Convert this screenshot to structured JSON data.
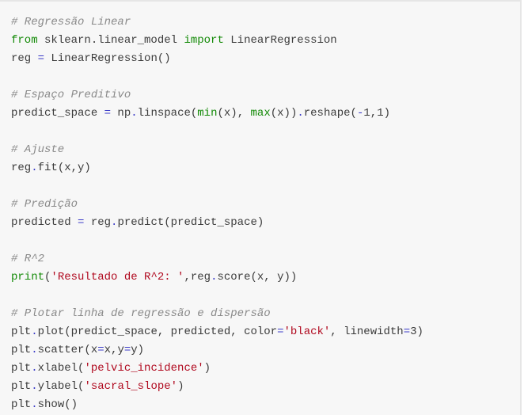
{
  "code_cell": {
    "lines": [
      [
        {
          "t": "comment",
          "v": "# Regressão Linear"
        }
      ],
      [
        {
          "t": "keyword",
          "v": "from"
        },
        {
          "t": "plain",
          "v": " sklearn.linear_model "
        },
        {
          "t": "keyword",
          "v": "import"
        },
        {
          "t": "plain",
          "v": " LinearRegression"
        }
      ],
      [
        {
          "t": "plain",
          "v": "reg "
        },
        {
          "t": "op",
          "v": "="
        },
        {
          "t": "plain",
          "v": " LinearRegression()"
        }
      ],
      [],
      [
        {
          "t": "comment",
          "v": "# Espaço Preditivo"
        }
      ],
      [
        {
          "t": "plain",
          "v": "predict_space "
        },
        {
          "t": "op",
          "v": "="
        },
        {
          "t": "plain",
          "v": " np"
        },
        {
          "t": "op",
          "v": "."
        },
        {
          "t": "plain",
          "v": "linspace("
        },
        {
          "t": "builtin",
          "v": "min"
        },
        {
          "t": "plain",
          "v": "(x), "
        },
        {
          "t": "builtin",
          "v": "max"
        },
        {
          "t": "plain",
          "v": "(x))"
        },
        {
          "t": "op",
          "v": "."
        },
        {
          "t": "plain",
          "v": "reshape("
        },
        {
          "t": "op",
          "v": "-"
        },
        {
          "t": "number",
          "v": "1"
        },
        {
          "t": "plain",
          "v": ","
        },
        {
          "t": "number",
          "v": "1"
        },
        {
          "t": "plain",
          "v": ")"
        }
      ],
      [],
      [
        {
          "t": "comment",
          "v": "# Ajuste"
        }
      ],
      [
        {
          "t": "plain",
          "v": "reg"
        },
        {
          "t": "op",
          "v": "."
        },
        {
          "t": "plain",
          "v": "fit(x,y)"
        }
      ],
      [],
      [
        {
          "t": "comment",
          "v": "# Predição"
        }
      ],
      [
        {
          "t": "plain",
          "v": "predicted "
        },
        {
          "t": "op",
          "v": "="
        },
        {
          "t": "plain",
          "v": " reg"
        },
        {
          "t": "op",
          "v": "."
        },
        {
          "t": "plain",
          "v": "predict(predict_space)"
        }
      ],
      [],
      [
        {
          "t": "comment",
          "v": "# R^2"
        }
      ],
      [
        {
          "t": "builtin",
          "v": "print"
        },
        {
          "t": "plain",
          "v": "("
        },
        {
          "t": "string",
          "v": "'Resultado de R^2: '"
        },
        {
          "t": "plain",
          "v": ",reg"
        },
        {
          "t": "op",
          "v": "."
        },
        {
          "t": "plain",
          "v": "score(x, y))"
        }
      ],
      [],
      [
        {
          "t": "comment",
          "v": "# Plotar linha de regressão e dispersão"
        }
      ],
      [
        {
          "t": "plain",
          "v": "plt"
        },
        {
          "t": "op",
          "v": "."
        },
        {
          "t": "plain",
          "v": "plot(predict_space, predicted, color"
        },
        {
          "t": "op",
          "v": "="
        },
        {
          "t": "string",
          "v": "'black'"
        },
        {
          "t": "plain",
          "v": ", linewidth"
        },
        {
          "t": "op",
          "v": "="
        },
        {
          "t": "number",
          "v": "3"
        },
        {
          "t": "plain",
          "v": ")"
        }
      ],
      [
        {
          "t": "plain",
          "v": "plt"
        },
        {
          "t": "op",
          "v": "."
        },
        {
          "t": "plain",
          "v": "scatter(x"
        },
        {
          "t": "op",
          "v": "="
        },
        {
          "t": "plain",
          "v": "x,y"
        },
        {
          "t": "op",
          "v": "="
        },
        {
          "t": "plain",
          "v": "y)"
        }
      ],
      [
        {
          "t": "plain",
          "v": "plt"
        },
        {
          "t": "op",
          "v": "."
        },
        {
          "t": "plain",
          "v": "xlabel("
        },
        {
          "t": "string",
          "v": "'pelvic_incidence'"
        },
        {
          "t": "plain",
          "v": ")"
        }
      ],
      [
        {
          "t": "plain",
          "v": "plt"
        },
        {
          "t": "op",
          "v": "."
        },
        {
          "t": "plain",
          "v": "ylabel("
        },
        {
          "t": "string",
          "v": "'sacral_slope'"
        },
        {
          "t": "plain",
          "v": ")"
        }
      ],
      [
        {
          "t": "plain",
          "v": "plt"
        },
        {
          "t": "op",
          "v": "."
        },
        {
          "t": "plain",
          "v": "show()"
        }
      ]
    ]
  },
  "colors": {
    "background": "#f7f7f7",
    "comment": "#8a8a8a",
    "keyword": "#138a07",
    "operator": "#3c3cc8",
    "string": "#b0081e",
    "text": "#3b3b3b"
  }
}
